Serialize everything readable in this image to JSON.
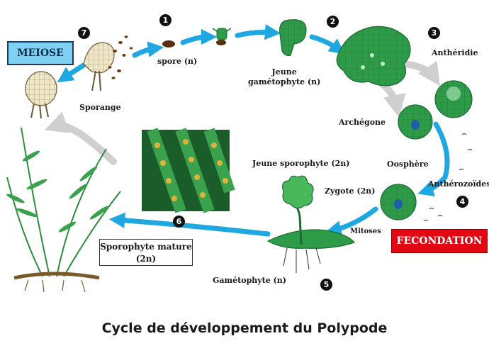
{
  "title": "Cycle de développement du Polypode",
  "boxes": {
    "meiose": "MEIOSE",
    "fecondation": "FECONDATION",
    "sporophyte_mature_line1": "Sporophyte mature",
    "sporophyte_mature_line2": "(2n)"
  },
  "labels": {
    "spore": "spore (n)",
    "jeune_gametophyte_line1": "Jeune",
    "jeune_gametophyte_line2": "gamétophyte (n)",
    "antheridie": "Anthéridie",
    "archegone": "Archégone",
    "oosphere": "Oosphère",
    "antherozoides": "Anthérozoïdes",
    "zygote": "Zygote (2n)",
    "jeune_sporophyte": "Jeune sporophyte (2n)",
    "mitoses": "Mitoses",
    "gametophyte": "Gamétophyte (n)",
    "sporange": "Sporange"
  },
  "steps": [
    "1",
    "2",
    "3",
    "4",
    "5",
    "6",
    "7"
  ],
  "colors": {
    "arrow_blue": "#1ea7e1",
    "arrow_grey": "#cfcfcf",
    "fecondation_red": "#e30613",
    "meiose_blue": "#7fd1f4",
    "plant_green": "#2e9b48"
  },
  "icons": [
    "sporangium-icon",
    "spore-icon",
    "gametophyte-icon",
    "prothallus-icon",
    "antheridium-icon",
    "archegonium-icon",
    "zygote-icon",
    "young-sporophyte-icon",
    "fern-icon",
    "sori-closeup-icon"
  ]
}
